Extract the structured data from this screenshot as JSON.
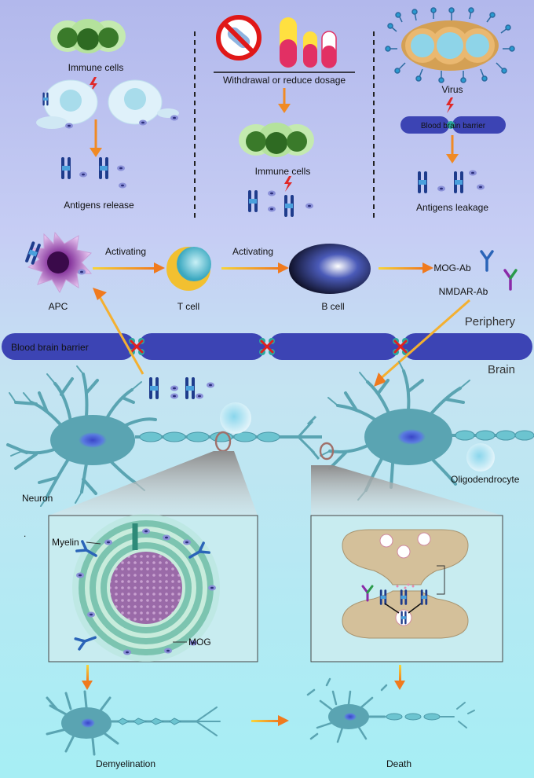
{
  "top": {
    "left": {
      "label_cells": "Immune cells",
      "label_release": "Antigens release"
    },
    "middle": {
      "label_withdrawal": "Withdrawal or reduce dosage",
      "label_cells": "Immune cells"
    },
    "right": {
      "label_virus": "Virus",
      "label_bbb": "Blood brain barrier",
      "label_leakage": "Antigens leakage"
    }
  },
  "cascade": {
    "apc": "APC",
    "activating_1": "Activating",
    "tcell": "T cell",
    "activating_2": "Activating",
    "bcell": "B cell",
    "mog_ab": "MOG-Ab",
    "nmdar_ab": "NMDAR-Ab"
  },
  "barrier": {
    "periphery": "Periphery",
    "label": "Blood brain barrier",
    "brain": "Brain"
  },
  "neurons": {
    "neuron": "Neuron",
    "oligodendrocyte": "Oligodendrocyte"
  },
  "insets": {
    "myelin": "Myelin",
    "mog": "MOG",
    "dot": "."
  },
  "outcomes": {
    "demyelination": "Demyelination",
    "death": "Death"
  },
  "colors": {
    "background_top": "#b2b8ec",
    "background_bottom": "#a6eef4",
    "barrier": "#3c44b4",
    "neuron": "#5aa4b2",
    "arrow": "#f08a24",
    "x_mark": "#e02020",
    "antibody": "#2a64b8"
  },
  "icons": [
    "immune-cells-icon",
    "lightning-icon",
    "no-drug-icon",
    "test-tube-icon",
    "virus-icon",
    "antigen-icon",
    "antibody-icon",
    "apc-cell-icon",
    "t-cell-icon",
    "b-cell-icon",
    "neuron-icon",
    "oligodendrocyte-icon",
    "myelin-cross-section-icon",
    "synapse-icon"
  ]
}
